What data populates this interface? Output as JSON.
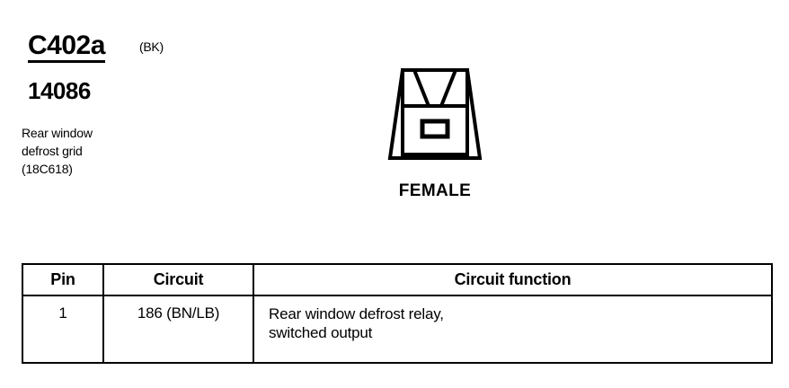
{
  "connector": {
    "id": "C402a",
    "color_code": "(BK)",
    "part_number": "14086",
    "description_lines": [
      "Rear window",
      "defrost grid",
      "(18C618)"
    ],
    "gender_label": "FEMALE",
    "symbol": {
      "icon": "female-connector-icon",
      "cavity_count": 1
    }
  },
  "pin_table": {
    "headers": {
      "pin": "Pin",
      "circuit": "Circuit",
      "function": "Circuit function"
    },
    "rows": [
      {
        "pin": "1",
        "circuit": "186 (BN/LB)",
        "function_line_1": "Rear window defrost relay,",
        "function_line_2": "switched output"
      }
    ]
  },
  "colors": {
    "ink": "#000000",
    "background": "#ffffff"
  }
}
